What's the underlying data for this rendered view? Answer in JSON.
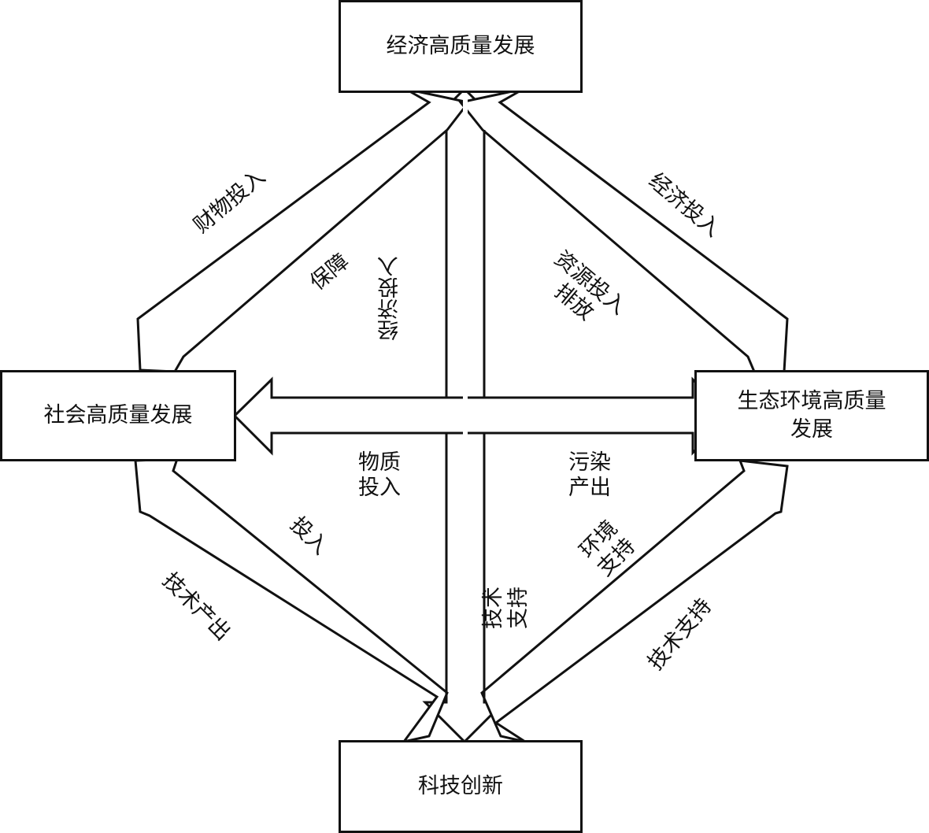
{
  "nodes": {
    "economy": "经济高质量发展",
    "society": "社会高质量发展",
    "ecology_line1": "生态环境高质量",
    "ecology_line2": "发展",
    "tech": "科技创新"
  },
  "edges": {
    "society_to_economy_outer": "财物投入",
    "economy_to_society_inner": "保障",
    "center_vertical_left": "经济投入",
    "center_vertical_right_line1": "资源投入",
    "center_vertical_right_line2": "排放",
    "economy_to_ecology_outer": "经济投入",
    "center_horizontal_left_line1": "物质",
    "center_horizontal_left_line2": "投入",
    "center_horizontal_right_line1": "污染",
    "center_horizontal_right_line2": "产出",
    "society_to_tech_inner": "投入",
    "tech_to_society_outer": "技术产出",
    "ecology_to_tech_inner_line1": "环境",
    "ecology_to_tech_inner_line2": "支持",
    "tech_vertical_line1": "技术",
    "tech_vertical_line2": "支持",
    "tech_to_ecology_outer": "技术支持"
  },
  "style": {
    "stroke": "#111111",
    "background": "#ffffff"
  }
}
